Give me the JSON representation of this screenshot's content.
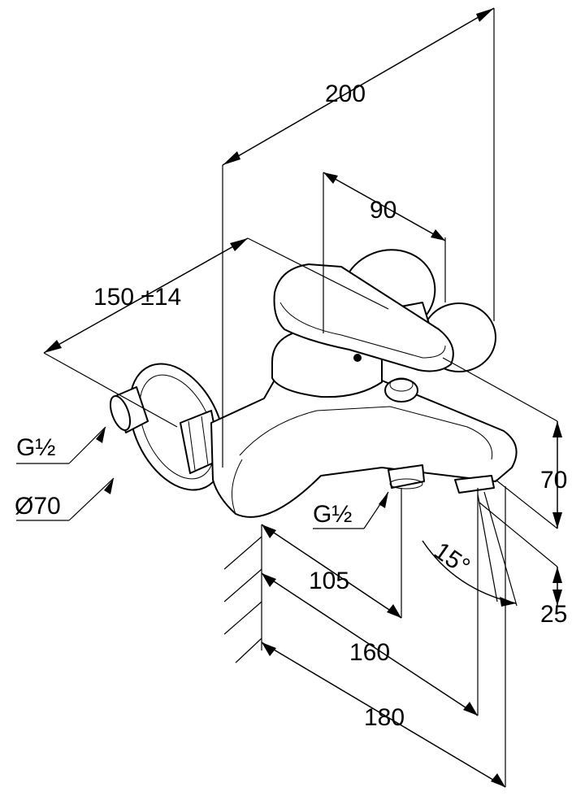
{
  "labels": {
    "overall_depth": "200",
    "handle_depth": "90",
    "connection_spacing": "150 ±14",
    "thread_left": "G½",
    "rosette_diameter": "Ø70",
    "thread_outlet": "G½",
    "height_upper": "70",
    "height_lower": "25",
    "spout_angle": "15°",
    "outlet_distance": "105",
    "spout_reach": "160",
    "total_reach": "180"
  }
}
